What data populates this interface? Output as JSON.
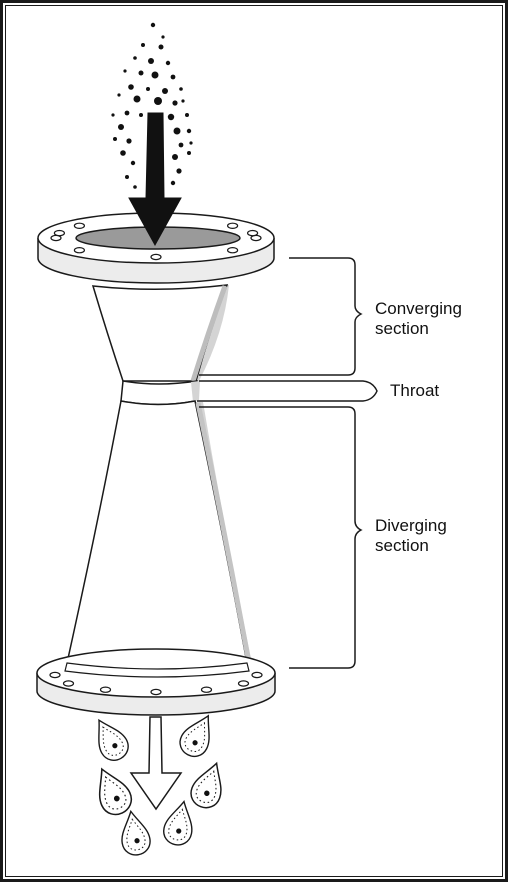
{
  "labels": {
    "converging_line1": "Converging",
    "converging_line2": "section",
    "throat": "Throat",
    "diverging_line1": "Diverging",
    "diverging_line2": "section"
  },
  "colors": {
    "outline": "#1a1a1a",
    "body_fill": "#ffffff",
    "shadow": "#d4d4d4",
    "flange_side": "#ececec",
    "bore_fill": "#9a9a9a",
    "arrow_fill": "#111111"
  },
  "icons": {
    "inlet_flow": "down-arrow-icon",
    "outlet_flow": "down-arrow-outline-icon",
    "particles": "particle-dots",
    "droplets": "water-droplet-icon"
  }
}
